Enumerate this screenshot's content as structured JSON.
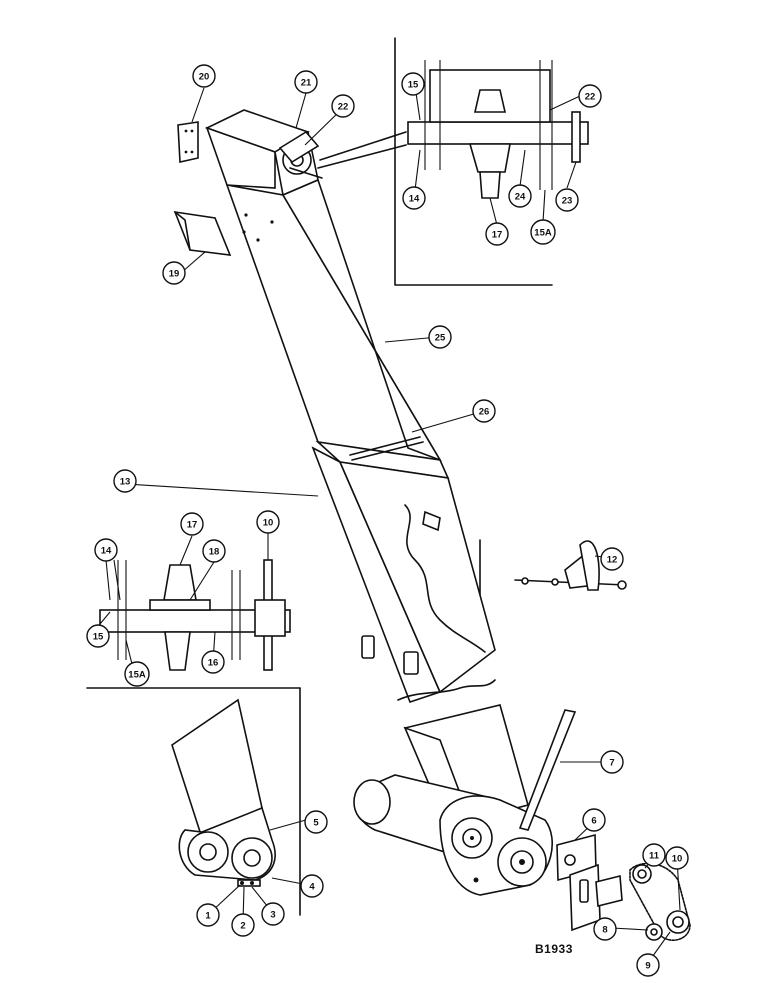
{
  "drawing_number": "B1933",
  "callouts": [
    {
      "id": "c20",
      "label": "20"
    },
    {
      "id": "c21",
      "label": "21"
    },
    {
      "id": "c22a",
      "label": "22"
    },
    {
      "id": "c19",
      "label": "19"
    },
    {
      "id": "c15a",
      "label": "15"
    },
    {
      "id": "c22b",
      "label": "22"
    },
    {
      "id": "c14a",
      "label": "14"
    },
    {
      "id": "c24",
      "label": "24"
    },
    {
      "id": "c23",
      "label": "23"
    },
    {
      "id": "c17a",
      "label": "17"
    },
    {
      "id": "c15Aa",
      "label": "15A"
    },
    {
      "id": "c25",
      "label": "25"
    },
    {
      "id": "c26",
      "label": "26"
    },
    {
      "id": "c13",
      "label": "13"
    },
    {
      "id": "c17b",
      "label": "17"
    },
    {
      "id": "c10a",
      "label": "10"
    },
    {
      "id": "c14b",
      "label": "14"
    },
    {
      "id": "c18",
      "label": "18"
    },
    {
      "id": "c15b",
      "label": "15"
    },
    {
      "id": "c15Ab",
      "label": "15A"
    },
    {
      "id": "c16",
      "label": "16"
    },
    {
      "id": "c12",
      "label": "12"
    },
    {
      "id": "c7",
      "label": "7"
    },
    {
      "id": "c5",
      "label": "5"
    },
    {
      "id": "c6",
      "label": "6"
    },
    {
      "id": "c4",
      "label": "4"
    },
    {
      "id": "c1",
      "label": "1"
    },
    {
      "id": "c2",
      "label": "2"
    },
    {
      "id": "c3",
      "label": "3"
    },
    {
      "id": "c11",
      "label": "11"
    },
    {
      "id": "c10b",
      "label": "10"
    },
    {
      "id": "c8",
      "label": "8"
    },
    {
      "id": "c9",
      "label": "9"
    }
  ]
}
